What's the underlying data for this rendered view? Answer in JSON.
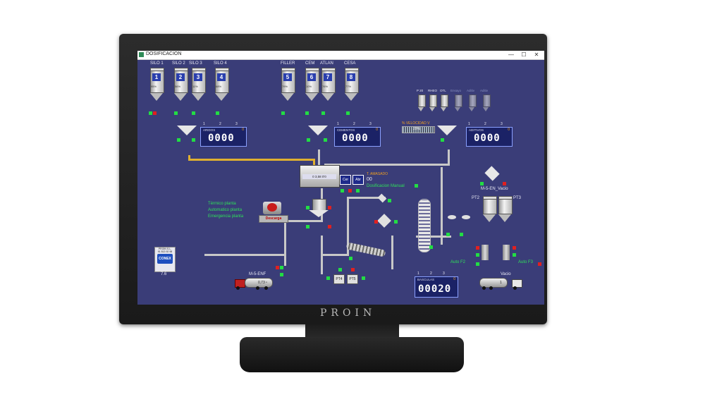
{
  "window": {
    "title": "DOSIFICACION",
    "minimize": "—",
    "maximize": "☐",
    "close": "✕"
  },
  "brand": "PROIN",
  "silos_left": [
    {
      "label": "SILO 1",
      "num": "1",
      "pct": "95%"
    },
    {
      "label": "SILO 2",
      "num": "2",
      "pct": "56%"
    },
    {
      "label": "SILO 3",
      "num": "3",
      "pct": "11%"
    },
    {
      "label": "SILO 4",
      "num": "4",
      "pct": "68%"
    }
  ],
  "silos_right": [
    {
      "label": "FILLER",
      "num": "5",
      "pct": "79%"
    },
    {
      "label": "CEM",
      "num": "6",
      "pct": "10%"
    },
    {
      "label": "ATLAN",
      "num": "7",
      "pct": "76%"
    },
    {
      "label": "CESA",
      "num": "8",
      "pct": "77%"
    }
  ],
  "additive_tanks": [
    "P 20",
    "RHEO",
    "OTL",
    "Ensayo",
    "Aditiv",
    "Aditiv"
  ],
  "scales": {
    "aridos": {
      "title": "ARIDOS",
      "value": "0",
      "display": "0000",
      "markers": [
        "1",
        "2",
        "3"
      ]
    },
    "cementos": {
      "title": "CEMENTOS",
      "value": "0",
      "display": "0000",
      "markers": [
        "1",
        "2",
        "3"
      ]
    },
    "aditivos": {
      "title": "ADITIVOS",
      "value": "0",
      "display": "0000",
      "markers": [
        "1",
        "2",
        "3"
      ]
    },
    "basculas": {
      "title": "BASCULAS",
      "value": "0",
      "display": "00020",
      "markers": [
        "1",
        "2",
        "3"
      ]
    }
  },
  "speed_bar": {
    "label": "% VELOCIDAD V",
    "value": "20%"
  },
  "mixer": {
    "reading": "0 3,58 0'0",
    "cer_button": "Cer",
    "abr_button": "Abr",
    "t_amasado_label": "T. AMASADO",
    "t_amasado_value": "00",
    "mode_text": "Dosificacion Manual"
  },
  "status_lines": [
    "Térmico planta",
    "Automatico planta",
    "Emergencia planta"
  ],
  "descarga_button": "Descarga",
  "m5_label": "M-5-EN_Vacio",
  "pt_labels": [
    "PT2",
    "PT3"
  ],
  "pt_hoppers": [
    "PT4",
    "PT5"
  ],
  "auto_labels": [
    "Auto F2",
    "Auto F3"
  ],
  "truck_left": {
    "label": "M-5-ENF",
    "value": "0,73 ⁿ"
  },
  "truck_right": {
    "label": "Vacio",
    "value": "1"
  },
  "logo": {
    "company": "PROIN S.L.",
    "phone": "91 813 92 98",
    "product": "CONEX",
    "version": "7.6"
  },
  "colors": {
    "screen_bg": "#3a3d78",
    "indicator_on": "#22dd44",
    "indicator_alarm": "#e02020",
    "pipe": "#c8c8c8",
    "yellow_pipe": "#e0b030",
    "label_green": "#2fe05a",
    "label_orange": "#f0a020"
  }
}
